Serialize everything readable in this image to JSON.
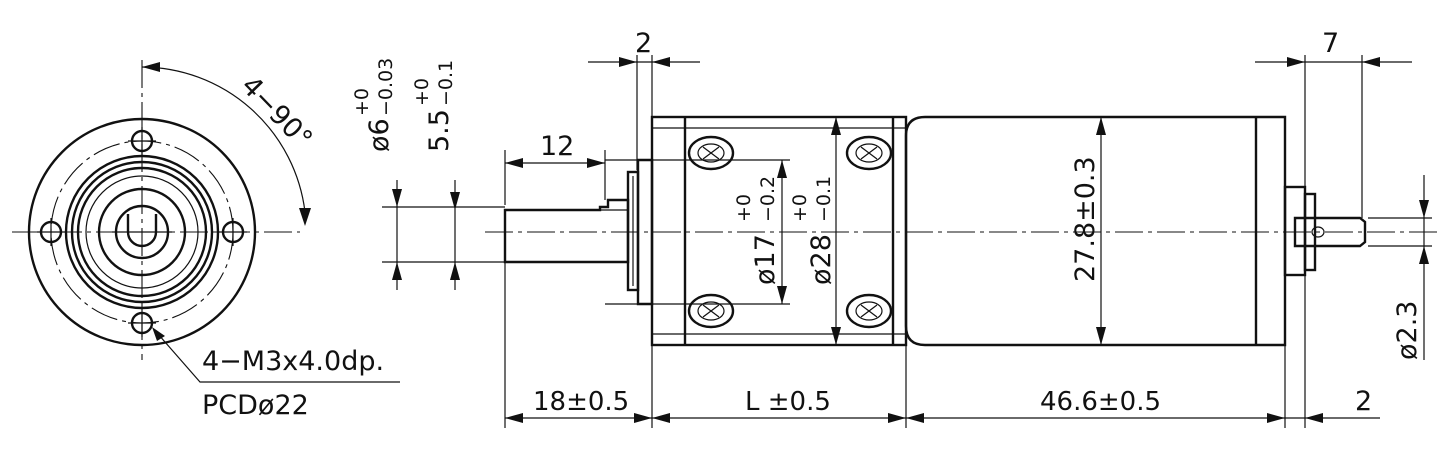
{
  "front_view": {
    "angle": "4−90°",
    "thread": "4−M3x4.0dp.",
    "pcd": "PCDø22"
  },
  "shaft": {
    "dia": "ø6",
    "dia_tol_upper": "+0",
    "dia_tol_lower": "−0.03",
    "flat": "5.5",
    "flat_tol_upper": "+0",
    "flat_tol_lower": "−0.1",
    "flat_length": "12",
    "flange_thickness": "2"
  },
  "gearbox": {
    "pilot_dia": "ø17",
    "pilot_tol_upper": "+0",
    "pilot_tol_lower": "−0.2",
    "body_dia": "ø28",
    "body_tol_upper": "+0",
    "body_tol_lower": "−0.1"
  },
  "motor": {
    "body_dia": "27.8±0.3",
    "rear_shaft_length": "7",
    "rear_shaft_dia": "ø2.3"
  },
  "bottom_dims": {
    "shaft_length": "18±0.5",
    "gearbox_length": "L ±0.5",
    "motor_length": "46.6±0.5",
    "rear_boss": "2"
  }
}
